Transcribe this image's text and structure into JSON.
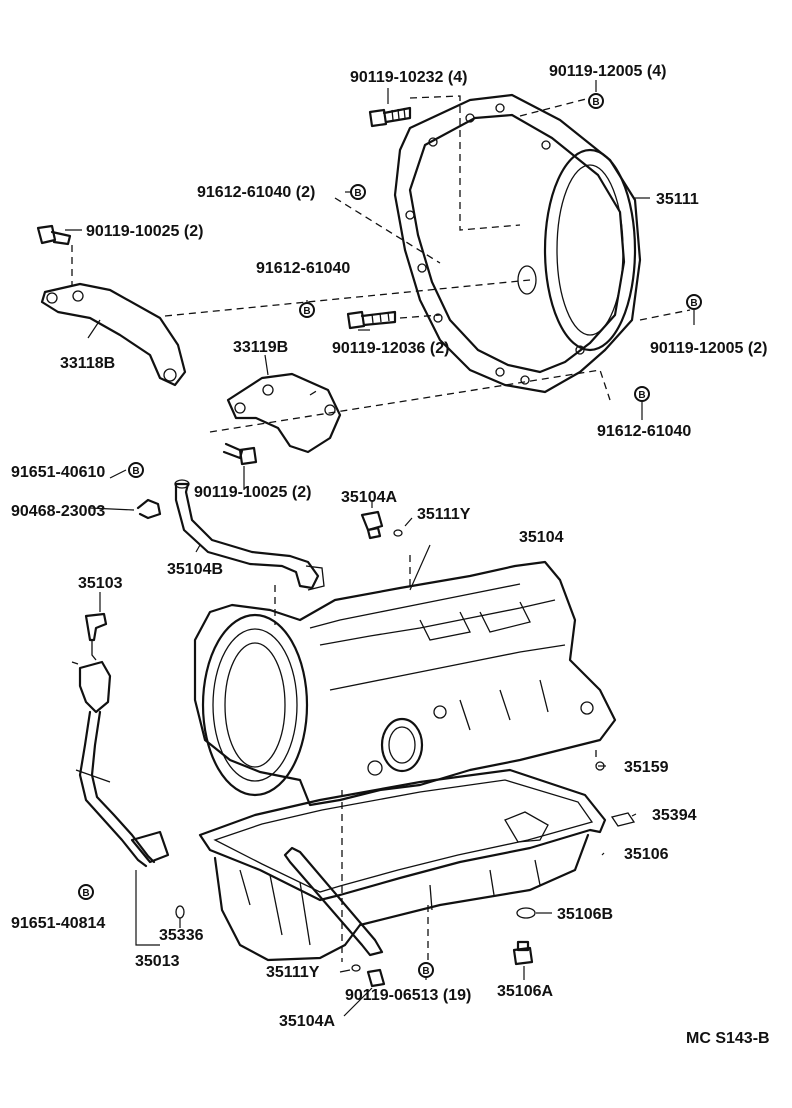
{
  "parts": {
    "p90119_10232": "90119-10232 (4)",
    "p90119_12005_top": "90119-12005 (4)",
    "p35111": "35111",
    "p91612_61040_2": "91612-61040 (2)",
    "p90119_10025_top": "90119-10025 (2)",
    "p91612_61040_mid": "91612-61040",
    "p33118B": "33118B",
    "p33119B": "33119B",
    "p90119_12036": "90119-12036 (2)",
    "p90119_12005_right": "90119-12005 (2)",
    "p91612_61040_right": "91612-61040",
    "p90119_10025_bot": "90119-10025 (2)",
    "p91651_40610": "91651-40610",
    "p90468_23003": "90468-23003",
    "p35104A_top": "35104A",
    "p35111Y_top": "35111Y",
    "p35104B": "35104B",
    "p35104": "35104",
    "p35103": "35103",
    "p35159": "35159",
    "p35394": "35394",
    "p35106": "35106",
    "p91651_40814": "91651-40814",
    "p35336": "35336",
    "p35013": "35013",
    "p35106B": "35106B",
    "p35111Y_bot": "35111Y",
    "p90119_06513": "90119-06513 (19)",
    "p35106A": "35106A",
    "p35104A_bot": "35104A"
  },
  "bolt_mark": "B",
  "footer": {
    "code": "MC  S143-B"
  }
}
